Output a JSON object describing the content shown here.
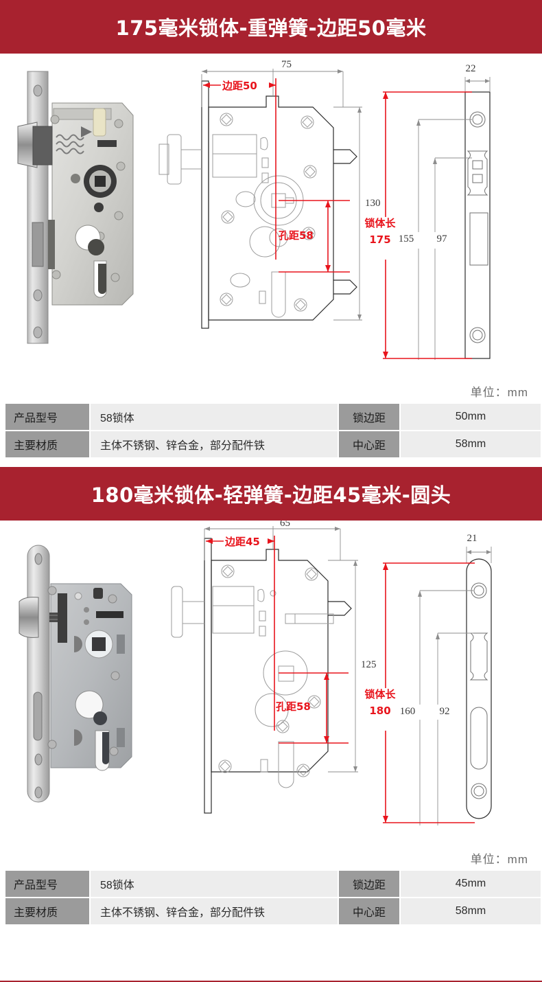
{
  "page": {
    "unit_note": "单位：mm",
    "accent_color": "#a8222f",
    "dim_red": "#e8141c",
    "table_label_bg": "#9b9b9b",
    "table_value_bg": "#ededed"
  },
  "sections": [
    {
      "banner_title": "175毫米锁体-重弹簧-边距50毫米",
      "drawing": {
        "backset_label": "边距50",
        "body_width_label": "75",
        "hole_spacing_label": "孔距58",
        "body_height_label": "130",
        "faceplate_width_label": "22",
        "body_length_label": "锁体长",
        "body_length_value": "175",
        "dim_155": "155",
        "dim_97": "97"
      },
      "unit_note": "单位：mm",
      "specs": [
        {
          "label": "产品型号",
          "value": "58锁体",
          "label2": "锁边距",
          "value2": "50mm"
        },
        {
          "label": "主要材质",
          "value": "主体不锈钢、锌合金，部分配件铁",
          "label2": "中心距",
          "value2": "58mm"
        }
      ]
    },
    {
      "banner_title": "180毫米锁体-轻弹簧-边距45毫米-圆头",
      "drawing": {
        "backset_label": "边距45",
        "body_width_label": "65",
        "hole_spacing_label": "孔距58",
        "body_height_label": "125",
        "faceplate_width_label": "21",
        "body_length_label": "锁体长",
        "body_length_value": "180",
        "dim_155": "160",
        "dim_97": "92"
      },
      "unit_note": "单位：mm",
      "specs": [
        {
          "label": "产品型号",
          "value": "58锁体",
          "label2": "锁边距",
          "value2": "45mm"
        },
        {
          "label": "主要材质",
          "value": "主体不锈钢、锌合金，部分配件铁",
          "label2": "中心距",
          "value2": "58mm"
        }
      ]
    }
  ]
}
